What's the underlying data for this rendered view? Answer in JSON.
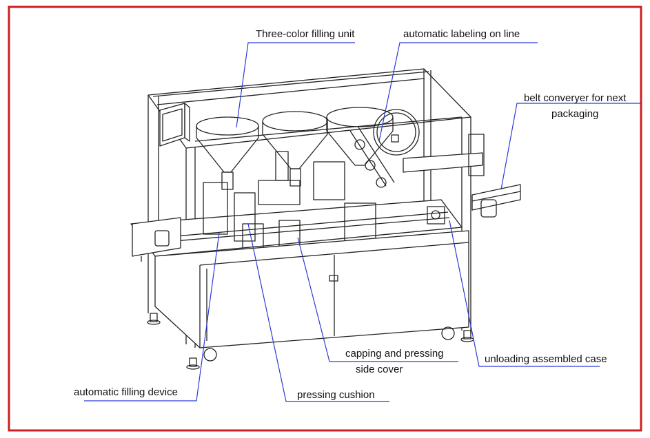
{
  "border_color": "#cc1f1f",
  "leader_color": "#2b3bd6",
  "line_color": "#222222",
  "labels": {
    "three_color_filling": "Three-color filling unit",
    "auto_labeling": "automatic labeling on line",
    "belt_conveyor_line1": "belt converyer for next",
    "belt_conveyor_line2": "packaging",
    "capping_line1": "capping and pressing",
    "capping_line2": "side cover",
    "unloading": "unloading assembled case",
    "auto_filling": "automatic filling device",
    "pressing_cushion": "pressing cushion"
  }
}
